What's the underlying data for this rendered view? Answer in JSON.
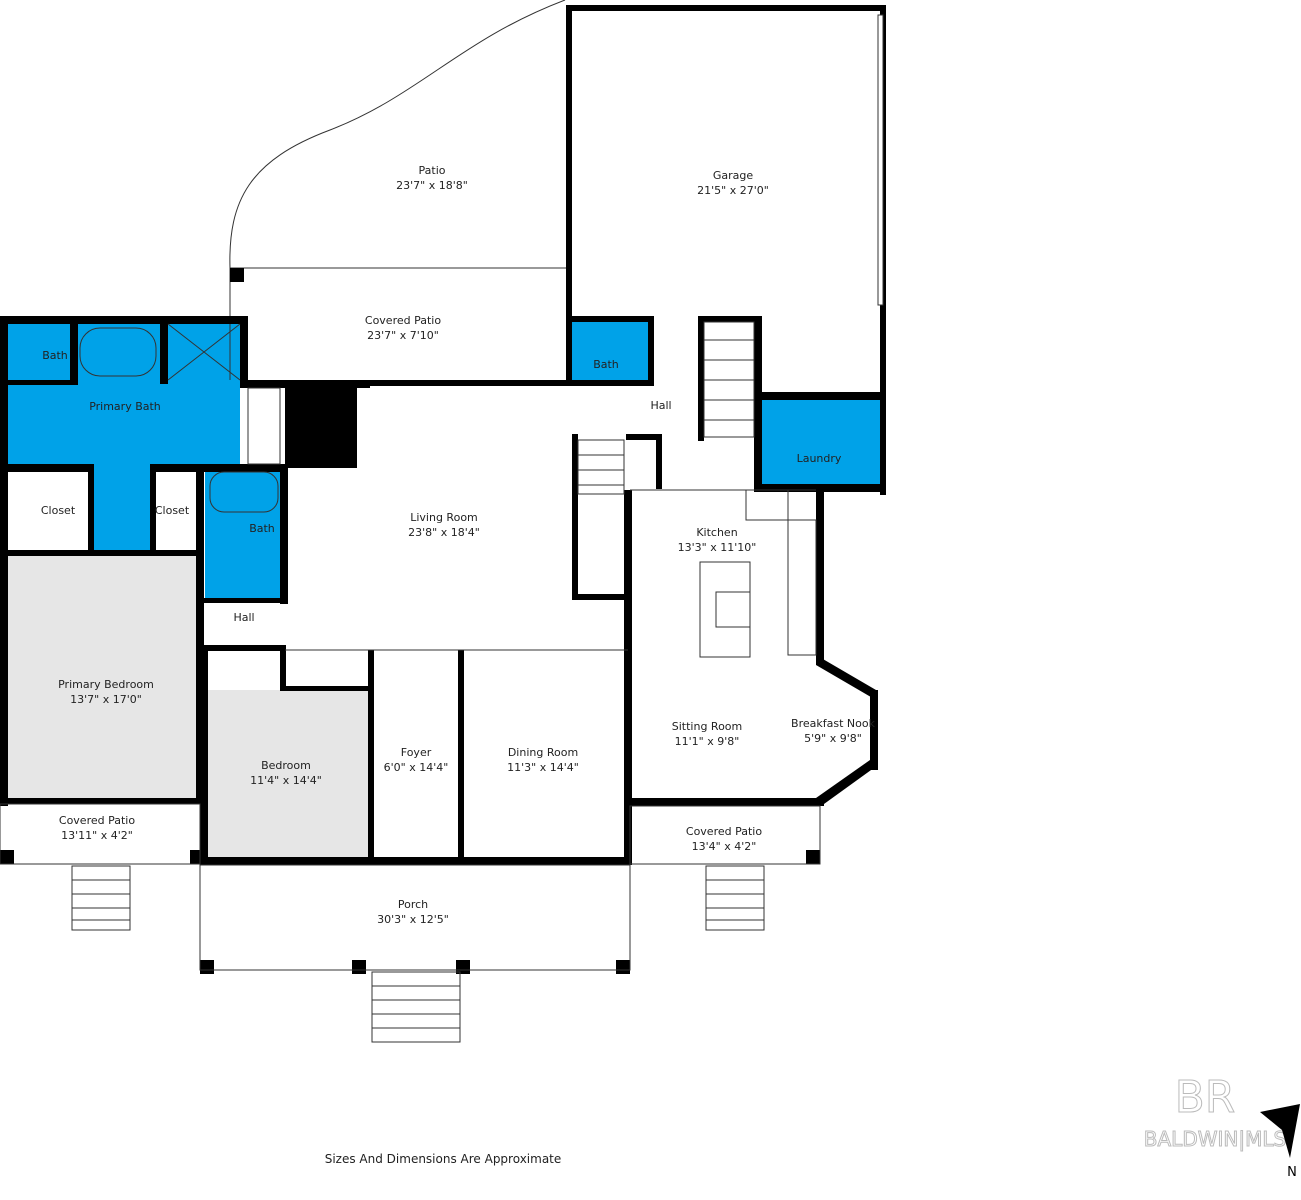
{
  "colors": {
    "wet_room": "#00a2e8",
    "bedroom": "#e6e6e6",
    "wall": "#000000"
  },
  "rooms": {
    "patio": {
      "name": "Patio",
      "size": "23'7\" x 18'8\""
    },
    "garage": {
      "name": "Garage",
      "size": "21'5\" x 27'0\""
    },
    "covered_patio_rear": {
      "name": "Covered Patio",
      "size": "23'7\" x 7'10\""
    },
    "bath_toilet": {
      "name": "Bath"
    },
    "primary_bath": {
      "name": "Primary Bath"
    },
    "bath_garage": {
      "name": "Bath"
    },
    "hall_upper": {
      "name": "Hall"
    },
    "laundry": {
      "name": "Laundry"
    },
    "closet_left": {
      "name": "Closet"
    },
    "closet_right": {
      "name": "Closet"
    },
    "bath_hall": {
      "name": "Bath"
    },
    "living_room": {
      "name": "Living Room",
      "size": "23'8\" x 18'4\""
    },
    "kitchen": {
      "name": "Kitchen",
      "size": "13'3\" x 11'10\""
    },
    "hall_lower": {
      "name": "Hall"
    },
    "primary_bedroom": {
      "name": "Primary Bedroom",
      "size": "13'7\" x 17'0\""
    },
    "bedroom": {
      "name": "Bedroom",
      "size": "11'4\" x 14'4\""
    },
    "foyer": {
      "name": "Foyer",
      "size": "6'0\" x 14'4\""
    },
    "dining_room": {
      "name": "Dining Room",
      "size": "11'3\" x 14'4\""
    },
    "sitting_room": {
      "name": "Sitting Room",
      "size": "11'1\" x 9'8\""
    },
    "breakfast_nook": {
      "name": "Breakfast Nook",
      "size": "5'9\" x 9'8\""
    },
    "covered_patio_left": {
      "name": "Covered Patio",
      "size": "13'11\" x 4'2\""
    },
    "covered_patio_right": {
      "name": "Covered Patio",
      "size": "13'4\" x 4'2\""
    },
    "porch": {
      "name": "Porch",
      "size": "30'3\" x 12'5\""
    }
  },
  "footer": {
    "disclaimer": "Sizes And Dimensions Are Approximate"
  },
  "logo": {
    "monogram": "BR",
    "text": "BALDWIN|MLS"
  },
  "compass": {
    "label": "N",
    "icon": "north-arrow-icon"
  }
}
